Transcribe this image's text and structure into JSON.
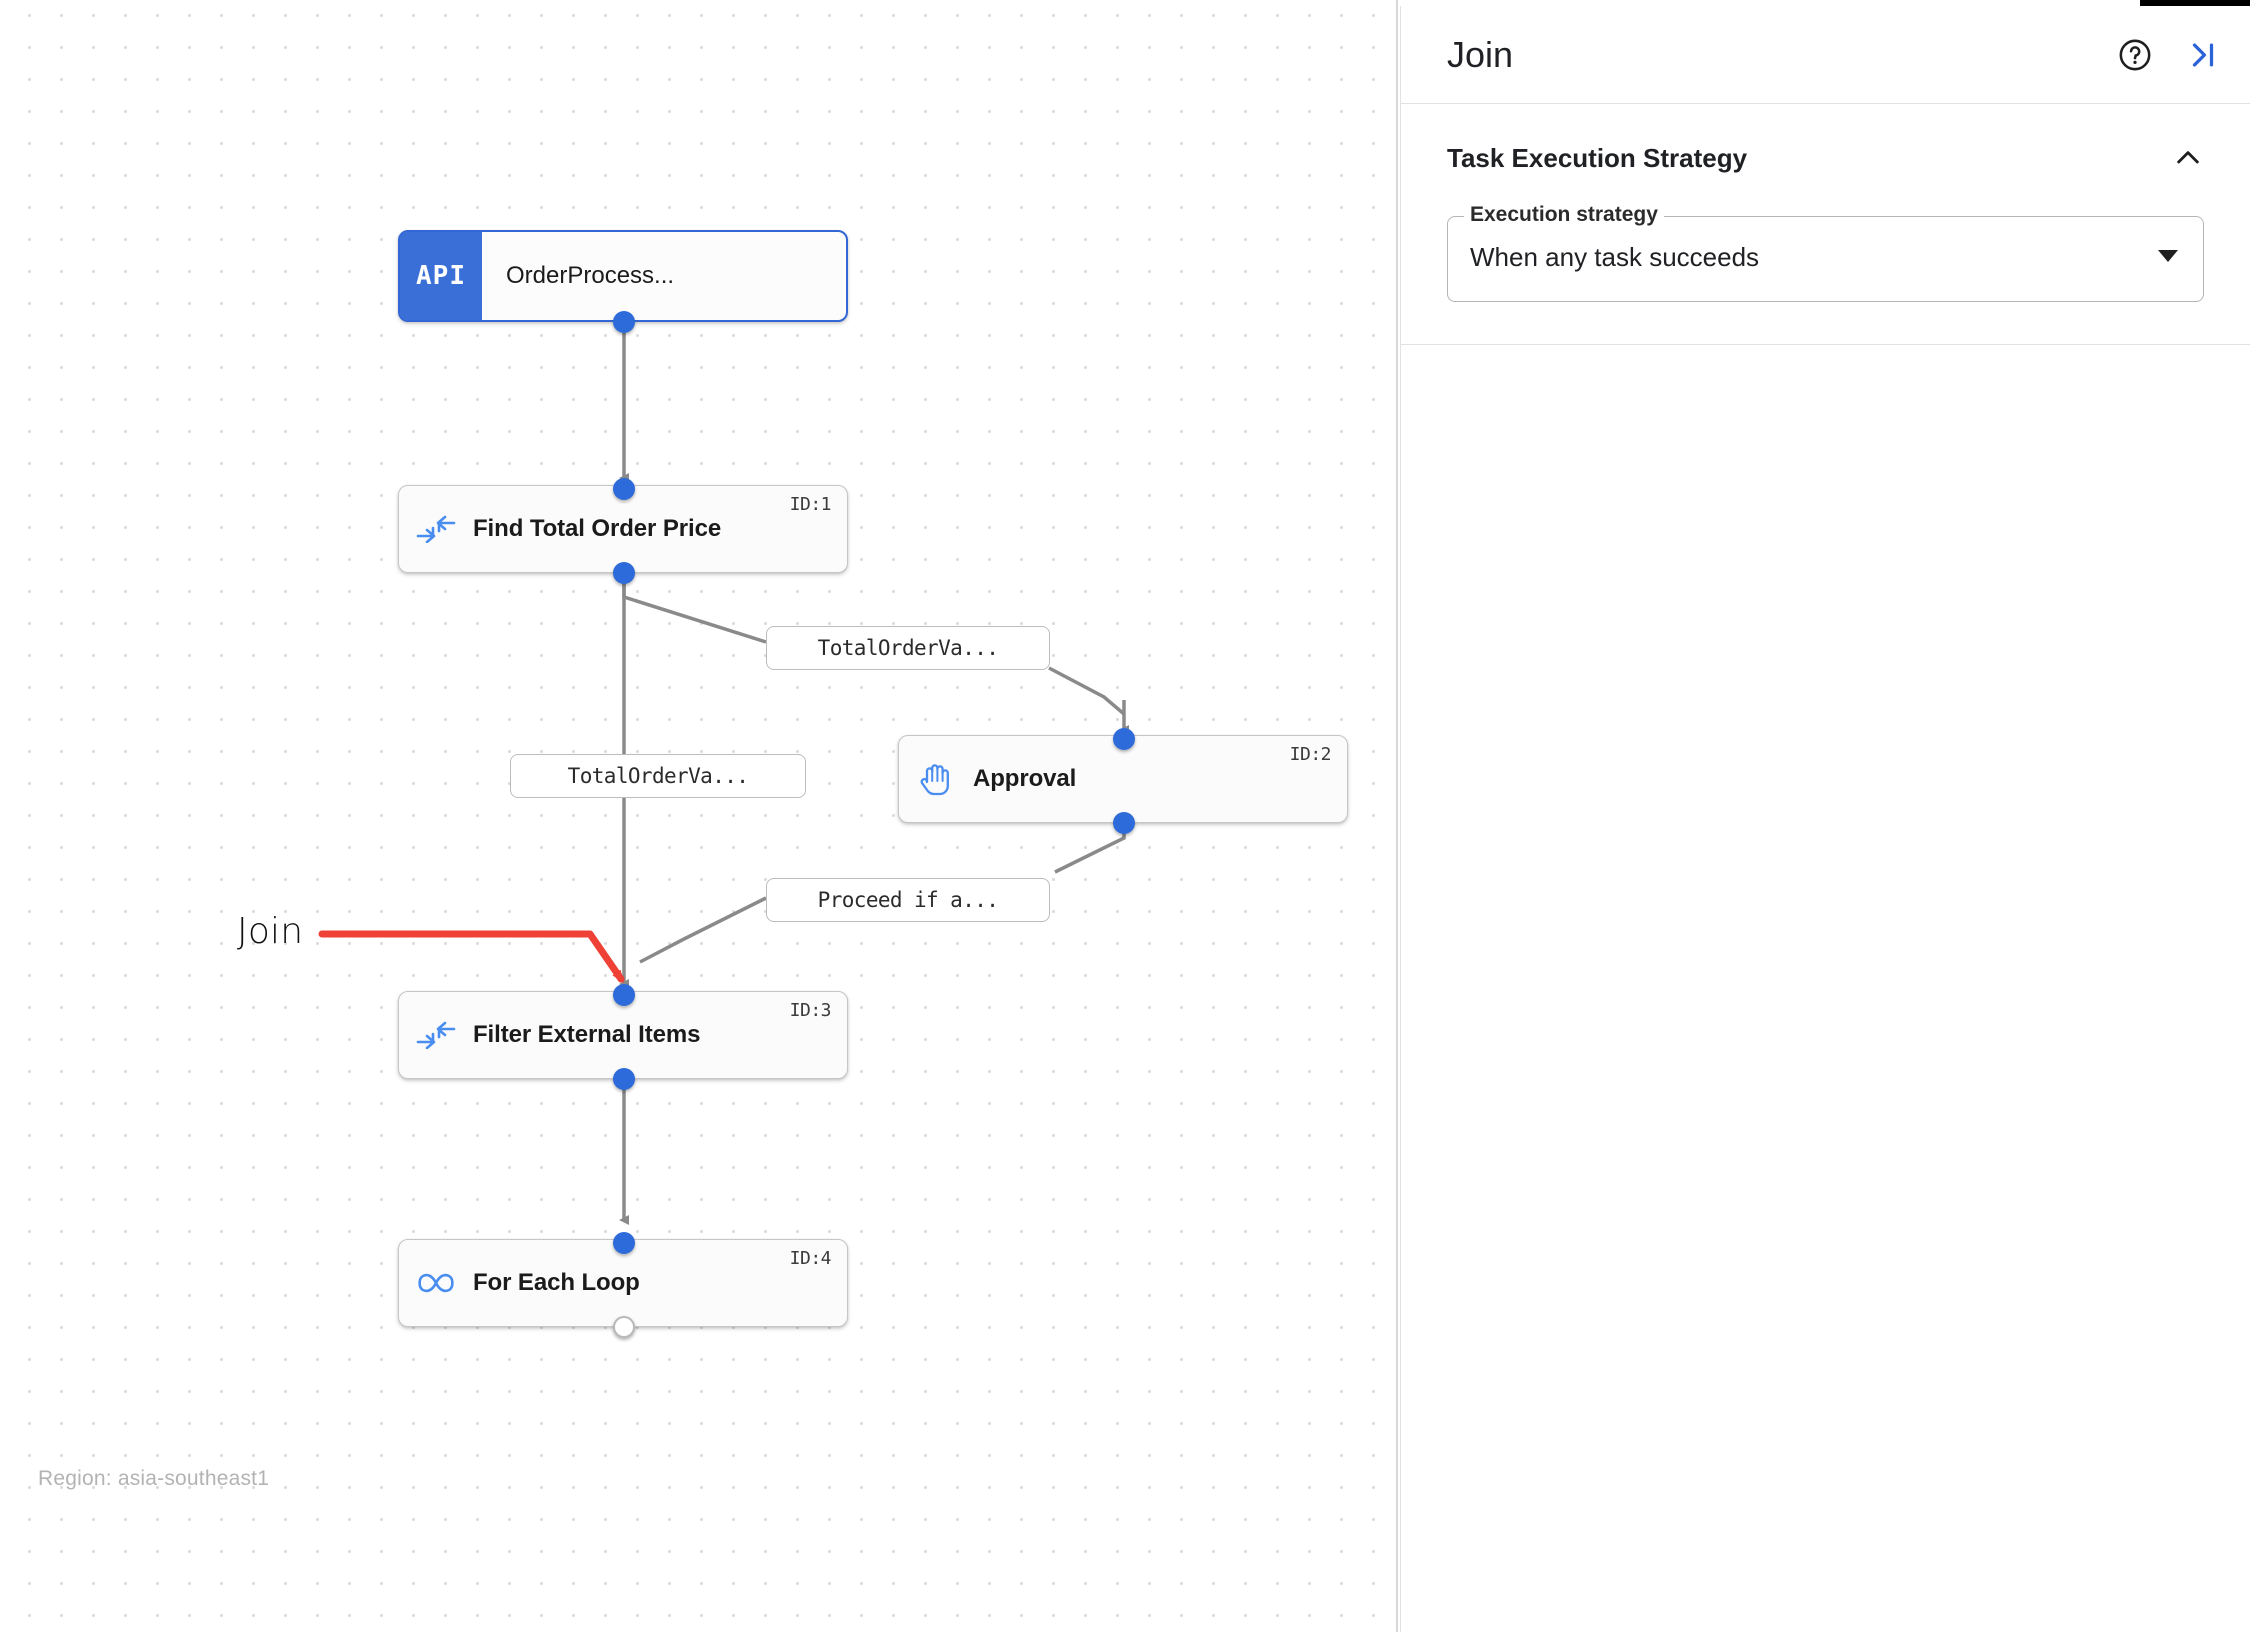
{
  "canvas": {
    "region_label": "Region: asia-southeast1",
    "annotation": {
      "label": "Join",
      "color": "#ef4136"
    },
    "nodes": [
      {
        "id": "trigger",
        "kind": "api",
        "badge": "API",
        "title": "OrderProcess...",
        "id_label": "",
        "selected": true
      },
      {
        "id": "task1",
        "kind": "task",
        "icon": "merge-arrows-icon",
        "title": "Find Total Order Price",
        "id_label": "ID:1",
        "selected": false
      },
      {
        "id": "task2",
        "kind": "task",
        "icon": "hand-icon",
        "title": "Approval",
        "id_label": "ID:2",
        "selected": false
      },
      {
        "id": "task3",
        "kind": "task",
        "icon": "merge-arrows-icon",
        "title": "Filter External Items",
        "id_label": "ID:3",
        "selected": false
      },
      {
        "id": "task4",
        "kind": "task",
        "icon": "infinity-icon",
        "title": "For Each Loop",
        "id_label": "ID:4",
        "selected": false
      }
    ],
    "edge_labels": [
      {
        "id": "edge-label-1",
        "text": "TotalOrderVa..."
      },
      {
        "id": "edge-label-2",
        "text": "TotalOrderVa..."
      },
      {
        "id": "edge-label-3",
        "text": "Proceed if a..."
      }
    ]
  },
  "panel": {
    "title": "Join",
    "help_icon": "help-circle-icon",
    "collapse_icon": "collapse-right-icon",
    "section": {
      "title": "Task Execution Strategy",
      "collapse_icon": "chevron-up-icon",
      "field": {
        "legend": "Execution strategy",
        "value": "When any task succeeds",
        "dropdown_icon": "caret-down-icon"
      }
    }
  }
}
